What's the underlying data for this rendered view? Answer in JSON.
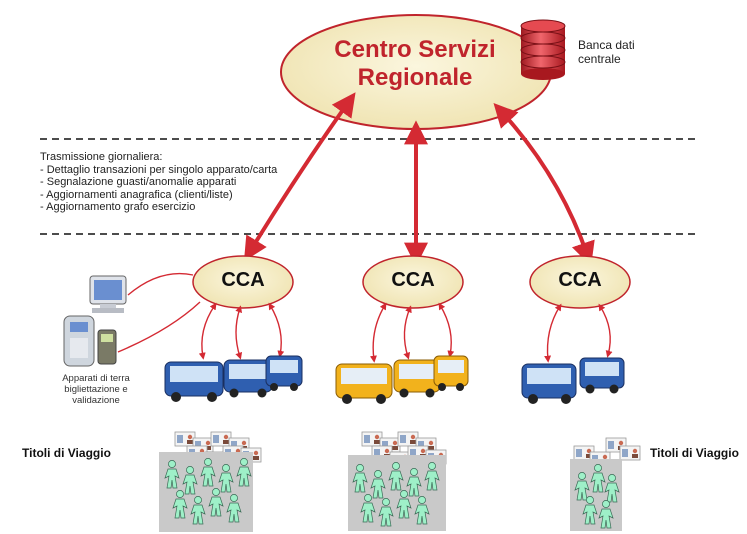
{
  "center": {
    "title_line1": "Centro Servizi",
    "title_line2": "Regionale",
    "color": "#c0242c",
    "ellipse_fill": "#f7efcc"
  },
  "database": {
    "label_line1": "Banca dati",
    "label_line2": "centrale",
    "color": "#d42a33"
  },
  "transmission": {
    "heading": "Trasmissione giornaliera:",
    "items": [
      "Dettaglio transazioni per singolo apparato/carta",
      "Segnalazione guasti/anomalie apparati",
      "Aggiornamenti anagrafica (clienti/liste)",
      "Aggiornamento grafo esercizio"
    ]
  },
  "cca_nodes": [
    {
      "label": "CCA"
    },
    {
      "label": "CCA"
    },
    {
      "label": "CCA"
    }
  ],
  "terminal": {
    "label": "Apparati di terra bigliettazione e validazione",
    "icons": [
      "computer-monitor-icon",
      "ticket-machine-icon",
      "validator-icon"
    ]
  },
  "tickets": {
    "label_left": "Titoli di Viaggio",
    "label_right": "Titoli di Viaggio"
  },
  "colors": {
    "arrow": "#d42a33",
    "bus_blue": "#2f5fb0",
    "bus_yellow": "#f2b21c",
    "people": "#9ef0c8",
    "people_panel": "#c9c9c9"
  }
}
